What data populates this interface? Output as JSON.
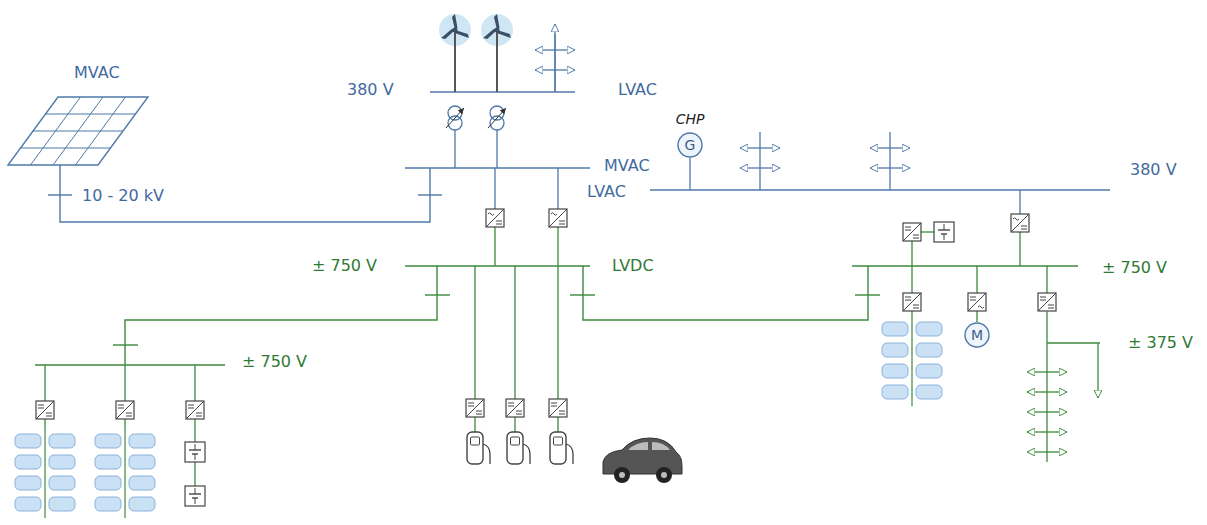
{
  "diagram": {
    "nodes": [
      {
        "text": [
          "CHP",
          "G"
        ]
      },
      {
        "text": [
          "M"
        ]
      }
    ],
    "labels": [
      "MVAC",
      "10 - 20 kV",
      "380 V",
      "LVAC",
      "MVAC",
      "± 750 V",
      "LVDC",
      "± 750 V",
      "LVAC",
      "380 V",
      "± 750 V",
      "± 375 V"
    ]
  }
}
